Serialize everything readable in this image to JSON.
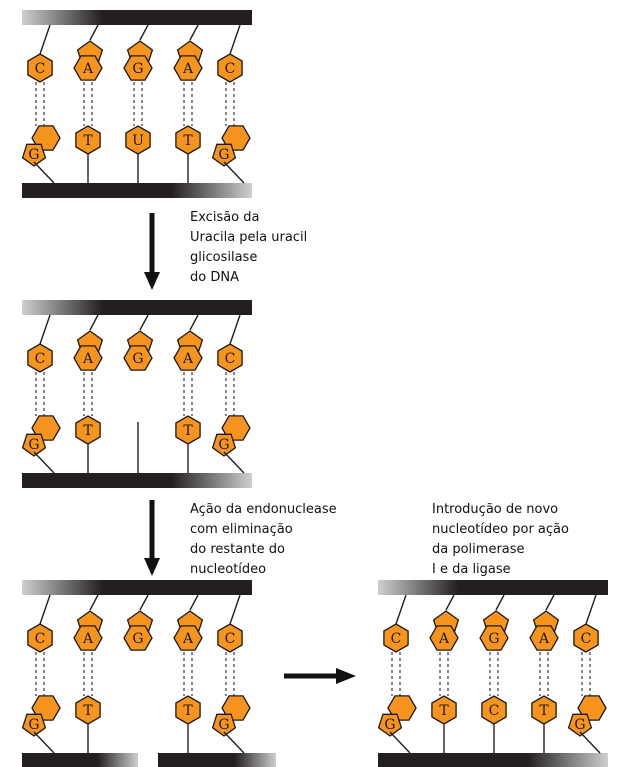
{
  "caption1": [
    "Excisão da",
    "Uracila pela uracil",
    "glicosilase",
    "do DNA"
  ],
  "caption2": [
    "Ação da endonuclease",
    "com eliminação",
    "do restante do",
    "nucleotídeo"
  ],
  "caption3": [
    "Introdução de novo",
    "nucleotídeo por ação",
    "da polimerase",
    "I e da ligase"
  ],
  "colors": {
    "base": "#F7941D",
    "outline": "#1a1a1a",
    "strand": "#231f20"
  },
  "panels": [
    {
      "name": "panel-original",
      "top": [
        "C",
        "A",
        "G",
        "A",
        "C"
      ],
      "bottom": [
        "G",
        "T",
        "U",
        "T",
        "G"
      ]
    },
    {
      "name": "panel-uracil-excised",
      "top": [
        "C",
        "A",
        "G",
        "A",
        "C"
      ],
      "bottom": [
        "G",
        "T",
        "",
        "T",
        "G"
      ]
    },
    {
      "name": "panel-endonuclease",
      "top": [
        "C",
        "A",
        "G",
        "A",
        "C"
      ],
      "bottom": [
        "G",
        "T",
        "",
        "T",
        "G"
      ]
    },
    {
      "name": "panel-repaired",
      "top": [
        "C",
        "A",
        "G",
        "A",
        "C"
      ],
      "bottom": [
        "G",
        "T",
        "C",
        "T",
        "G"
      ]
    }
  ]
}
